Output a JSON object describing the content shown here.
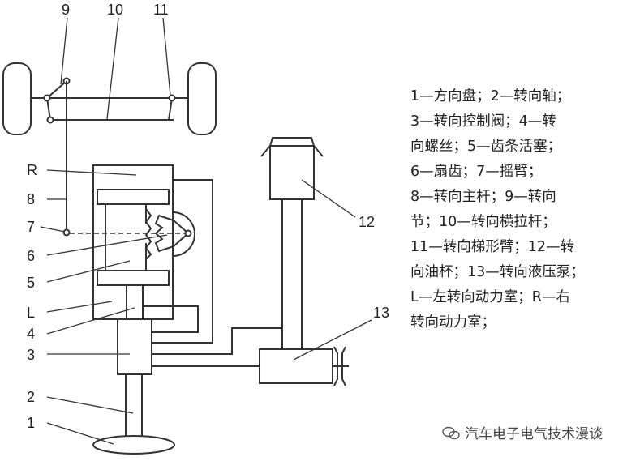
{
  "labels": {
    "n9": "9",
    "n10": "10",
    "n11": "11",
    "n12": "12",
    "n13": "13",
    "R": "R",
    "n8": "8",
    "n7": "7",
    "n6": "6",
    "n5": "5",
    "L": "L",
    "n4": "4",
    "n3": "3",
    "n2": "2",
    "n1": "1"
  },
  "legend": [
    "1—方向盘；2—转向轴；",
    "3—转向控制阀；4—转",
    "向螺丝；5—齿条活塞；",
    "6—扇齿；7—摇臂；",
    "8—转向主杆；9—转向",
    "节；10—转向横拉杆；",
    "11—转向梯形臂；12—转",
    "向油杯；13—转向液压泵；",
    "L—左转向动力室；R—右",
    "转向动力室；"
  ],
  "watermark": "汽车电子电气技术漫谈"
}
